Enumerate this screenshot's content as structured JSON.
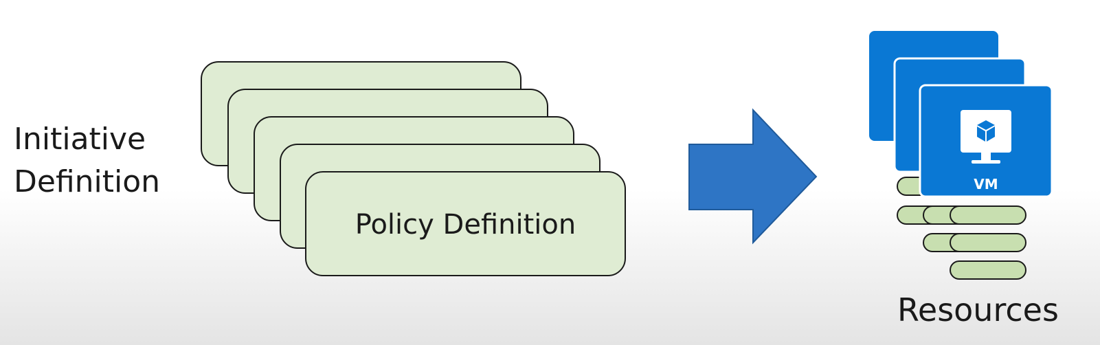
{
  "initiative": {
    "line1": "Initiative",
    "line2": "Definition"
  },
  "policy_card": {
    "label": "Policy Definition"
  },
  "resources": {
    "label": "Resources",
    "vm_label": "VM"
  },
  "colors": {
    "card_fill": "#dfecd3",
    "arrow": "#2e75c5",
    "resource_tile": "#0a78d4",
    "disk_fill": "#c8dfb0"
  },
  "icons": [
    "right-arrow-icon",
    "vm-monitor-icon",
    "cube-icon",
    "disk-icon"
  ]
}
